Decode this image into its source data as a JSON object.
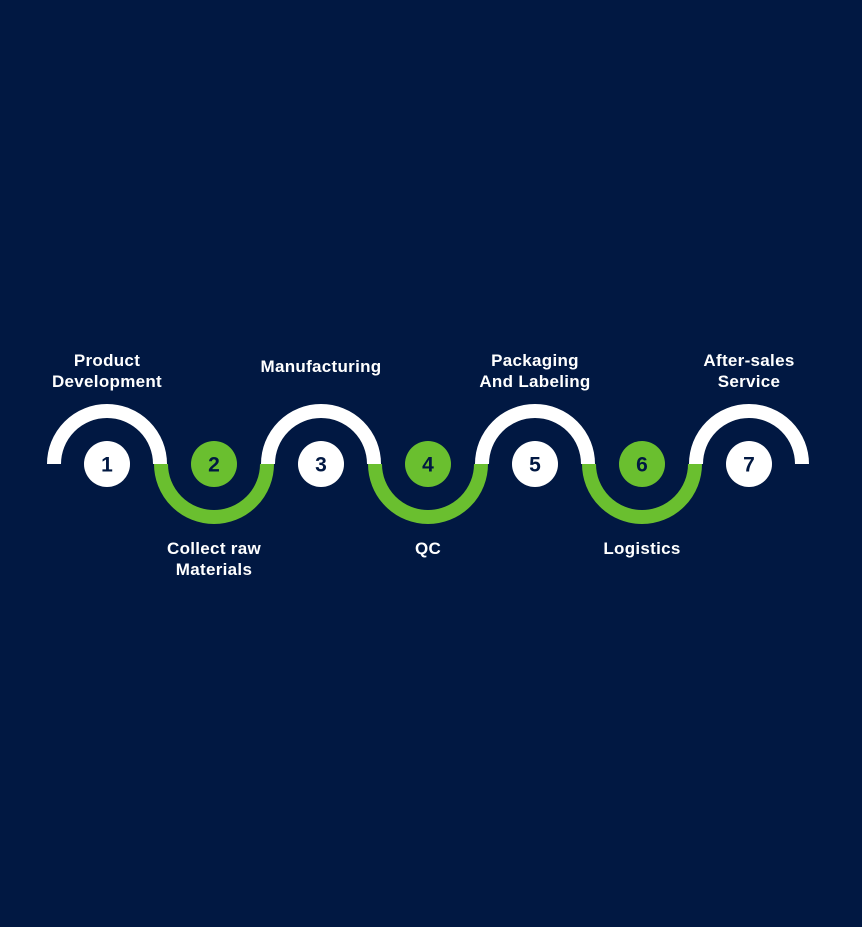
{
  "colors": {
    "background": "#011842",
    "white": "#ffffff",
    "green": "#6abf2f",
    "navy_text": "#011842"
  },
  "steps": [
    {
      "number": "1",
      "label_lines": [
        "Product",
        "Development"
      ],
      "arc": "top",
      "arc_color": "white"
    },
    {
      "number": "2",
      "label_lines": [
        "Collect raw",
        "Materials"
      ],
      "arc": "bottom",
      "arc_color": "green"
    },
    {
      "number": "3",
      "label_lines": [
        "Manufacturing"
      ],
      "arc": "top",
      "arc_color": "white"
    },
    {
      "number": "4",
      "label_lines": [
        "QC"
      ],
      "arc": "bottom",
      "arc_color": "green"
    },
    {
      "number": "5",
      "label_lines": [
        "Packaging",
        "And Labeling"
      ],
      "arc": "top",
      "arc_color": "white"
    },
    {
      "number": "6",
      "label_lines": [
        "Logistics"
      ],
      "arc": "bottom",
      "arc_color": "green"
    },
    {
      "number": "7",
      "label_lines": [
        "After-sales",
        "Service"
      ],
      "arc": "top",
      "arc_color": "white"
    }
  ]
}
